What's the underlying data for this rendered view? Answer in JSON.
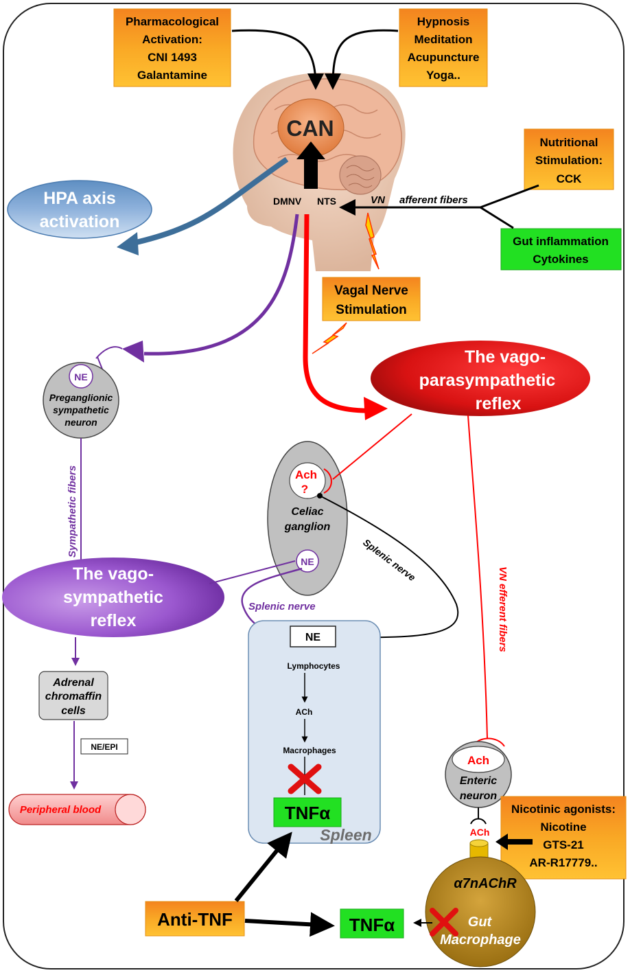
{
  "boxes": {
    "pharma": [
      "Pharmacological",
      "Activation:",
      "CNI 1493",
      "Galantamine"
    ],
    "mind": [
      "Hypnosis",
      "Meditation",
      "Acupuncture",
      "Yoga.."
    ],
    "nutritional": [
      "Nutritional",
      "Stimulation:",
      "CCK"
    ],
    "gut_inflammation": [
      "Gut inflammation",
      "Cytokines"
    ],
    "vns": [
      "Vagal Nerve",
      "Stimulation"
    ],
    "nicotinic": [
      "Nicotinic agonists:",
      "Nicotine",
      "GTS-21",
      "AR-R17779.."
    ],
    "anti_tnf": "Anti-TNF",
    "tnf_spleen": "TNFα",
    "tnf_gut": "TNFα",
    "ne_epi": "NE/EPI"
  },
  "brain": {
    "can": "CAN",
    "dmnv": "DMNV",
    "nts": "NTS",
    "vn": "VN",
    "afferent": "afferent fibers"
  },
  "hpa": [
    "HPA axis",
    "activation"
  ],
  "reflexes": {
    "parasympathetic": [
      "The vago-",
      "parasympathetic",
      "reflex"
    ],
    "sympathetic": [
      "The vago-",
      "sympathetic",
      "reflex"
    ]
  },
  "neurons": {
    "preganglionic_ne": "NE",
    "preganglionic": [
      "Preganglionic",
      "sympathetic",
      "neuron"
    ],
    "celiac_ach": "Ach",
    "celiac_q": "?",
    "celiac": [
      "Celiac",
      "ganglion"
    ],
    "celiac_ne": "NE",
    "enteric_ach": "Ach",
    "enteric": [
      "Enteric",
      "neuron"
    ],
    "receptor_ach": "ACh"
  },
  "labels": {
    "sympathetic_fibers": "Sympathetic  fibers",
    "splenic_nerve_black": "Splenic nerve",
    "splenic_nerve_purple": "Splenic nerve",
    "vn_efferent": "VN efferent fibers",
    "adrenal": [
      "Adrenal",
      "chromaffin",
      "cells"
    ],
    "peripheral_blood": "Peripheral blood"
  },
  "spleen": {
    "ne": "NE",
    "lymphocytes": "Lymphocytes",
    "ach": "ACh",
    "macrophages": "Macrophages",
    "title": "Spleen"
  },
  "macrophage": {
    "receptor": "α7nAChR",
    "label": [
      "Gut",
      "Macrophage"
    ]
  },
  "colors": {
    "orange_box": "#f7a21b",
    "green_box": "#22e022",
    "purple": "#7030a0",
    "red": "#ff0000",
    "hpa_blue": "#3d6e99",
    "spleen_fill": "#dce6f2",
    "macrophage": "#b8860b"
  }
}
